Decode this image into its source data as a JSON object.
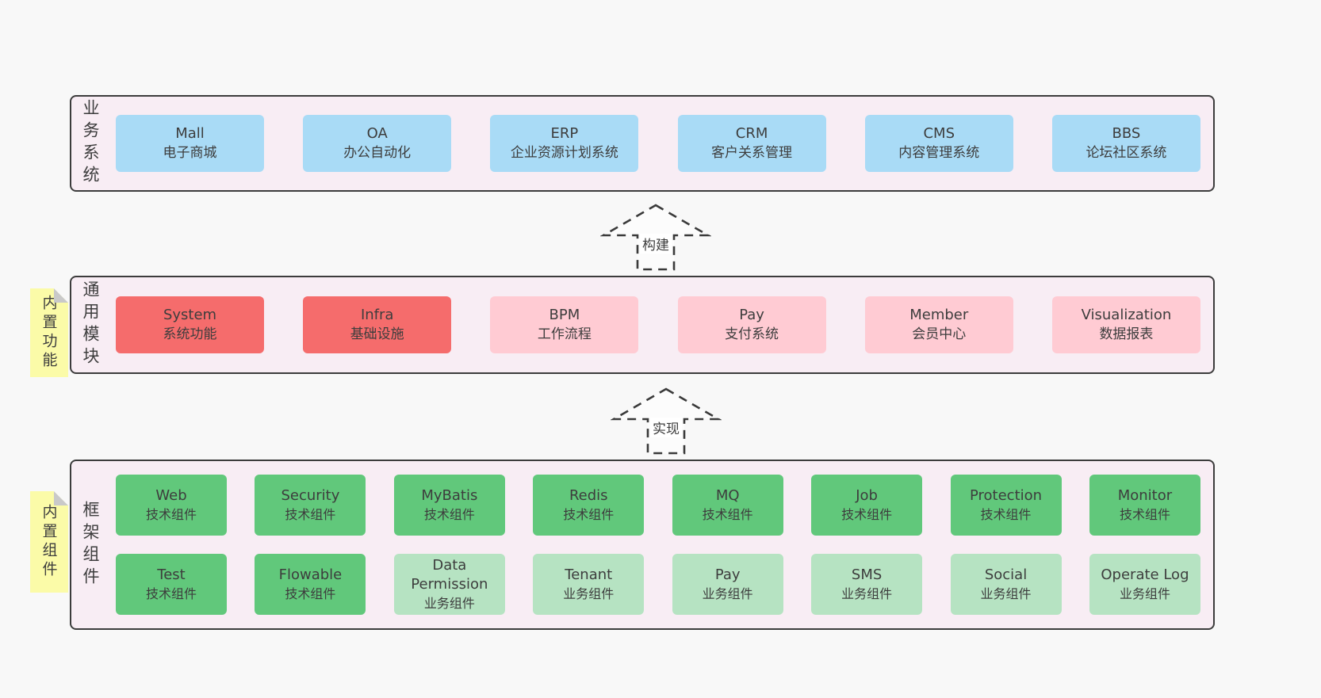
{
  "colors": {
    "page_bg": "#f8f8f8",
    "panel_bg": "#f8edf4",
    "panel_border": "#3c3c3c",
    "node_blue": "#a9dbf6",
    "node_red": "#f56c6c",
    "node_pink": "#ffcbd3",
    "node_green": "#61c87b",
    "node_light_green": "#b6e3c2",
    "sticky_yellow": "#fbfba8",
    "sticky_fold": "#c9c9c9",
    "text": "#3d3d3d"
  },
  "arrows": {
    "build": "构建",
    "implement": "实现"
  },
  "sections": {
    "business": {
      "label": "业务系统",
      "items": [
        {
          "name": "Mall",
          "desc": "电子商城"
        },
        {
          "name": "OA",
          "desc": "办公自动化"
        },
        {
          "name": "ERP",
          "desc": "企业资源计划系统"
        },
        {
          "name": "CRM",
          "desc": "客户关系管理"
        },
        {
          "name": "CMS",
          "desc": "内容管理系统"
        },
        {
          "name": "BBS",
          "desc": "论坛社区系统"
        }
      ]
    },
    "modules": {
      "label": "通用模块",
      "sticky": "内置功能",
      "items": [
        {
          "name": "System",
          "desc": "系统功能"
        },
        {
          "name": "Infra",
          "desc": "基础设施"
        },
        {
          "name": "BPM",
          "desc": "工作流程"
        },
        {
          "name": "Pay",
          "desc": "支付系统"
        },
        {
          "name": "Member",
          "desc": "会员中心"
        },
        {
          "name": "Visualization",
          "desc": "数据报表"
        }
      ]
    },
    "framework": {
      "label": "框架组件",
      "sticky": "内置组件",
      "row1": [
        {
          "name": "Web",
          "desc": "技术组件"
        },
        {
          "name": "Security",
          "desc": "技术组件"
        },
        {
          "name": "MyBatis",
          "desc": "技术组件"
        },
        {
          "name": "Redis",
          "desc": "技术组件"
        },
        {
          "name": "MQ",
          "desc": "技术组件"
        },
        {
          "name": "Job",
          "desc": "技术组件"
        },
        {
          "name": "Protection",
          "desc": "技术组件"
        },
        {
          "name": "Monitor",
          "desc": "技术组件"
        }
      ],
      "row2": [
        {
          "name": "Test",
          "desc": "技术组件"
        },
        {
          "name": "Flowable",
          "desc": "技术组件"
        },
        {
          "name": "Data Permission",
          "desc": "业务组件"
        },
        {
          "name": "Tenant",
          "desc": "业务组件"
        },
        {
          "name": "Pay",
          "desc": "业务组件"
        },
        {
          "name": "SMS",
          "desc": "业务组件"
        },
        {
          "name": "Social",
          "desc": "业务组件"
        },
        {
          "name": "Operate Log",
          "desc": "业务组件"
        }
      ]
    }
  }
}
